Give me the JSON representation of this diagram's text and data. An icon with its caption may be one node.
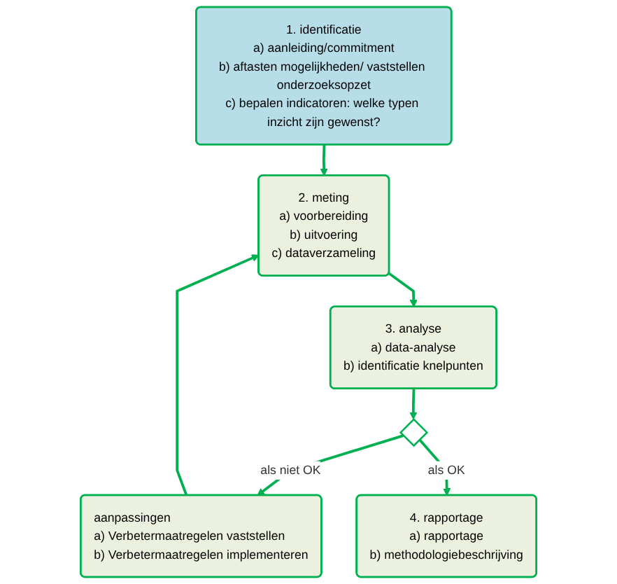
{
  "diagram": {
    "nodes": [
      {
        "text": [
          "1. identificatie",
          "a) aanleiding/commitment",
          "b) aftasten mogelijkheden/ vaststellen onderzoeksopzet",
          "c) bepalen indicatoren: welke typen inzicht zijn gewenst?"
        ]
      },
      {
        "text": [
          "2. meting",
          "a) voorbereiding",
          "b) uitvoering",
          "c) dataverzameling"
        ]
      },
      {
        "text": [
          "3. analyse",
          "a) data-analyse",
          "b) identificatie knelpunten"
        ]
      },
      {
        "text": [],
        "shape": "diamond"
      },
      {
        "text": [
          "aanpassingen",
          "a) Verbetermaatregelen vaststellen",
          "b) Verbetermaatregelen implementeren"
        ]
      },
      {
        "text": [
          "4. rapportage",
          "a) rapportage",
          "b) methodologiebeschrijving"
        ]
      }
    ],
    "edges": [
      {
        "from": 0,
        "to": 1,
        "arrow": "to"
      },
      {
        "from": 1,
        "to": 2,
        "arrow": "to"
      },
      {
        "from": 2,
        "to": 3,
        "arrow": "to"
      },
      {
        "from": 3,
        "to": 4,
        "arrow": "to",
        "label": "als niet OK"
      },
      {
        "from": 3,
        "to": 5,
        "arrow": "to",
        "label": "als OK"
      },
      {
        "from": 4,
        "to": 1,
        "arrow": "to"
      }
    ]
  }
}
